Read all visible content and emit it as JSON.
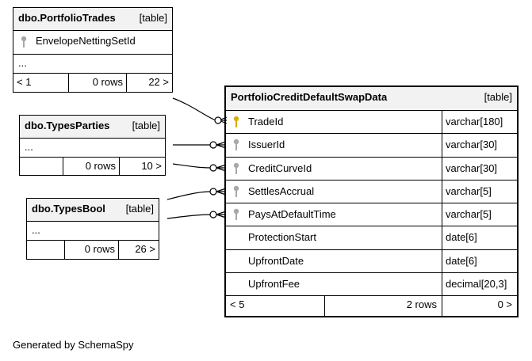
{
  "tables": {
    "trades": {
      "name": "dbo.PortfolioTrades",
      "kind": "[table]",
      "column": "EnvelopeNettingSetId",
      "more": "...",
      "parents": "< 1",
      "rows": "0 rows",
      "children": "22 >"
    },
    "parties": {
      "name": "dbo.TypesParties",
      "kind": "[table]",
      "more": "...",
      "rows": "0 rows",
      "children": "10 >"
    },
    "bool": {
      "name": "dbo.TypesBool",
      "kind": "[table]",
      "more": "...",
      "rows": "0 rows",
      "children": "26 >"
    },
    "main": {
      "name": "PortfolioCreditDefaultSwapData",
      "kind": "[table]",
      "columns": [
        {
          "name": "TradeId",
          "type": "varchar[180]",
          "key": "primary"
        },
        {
          "name": "IssuerId",
          "type": "varchar[30]",
          "key": "foreign"
        },
        {
          "name": "CreditCurveId",
          "type": "varchar[30]",
          "key": "foreign"
        },
        {
          "name": "SettlesAccrual",
          "type": "varchar[5]",
          "key": "foreign"
        },
        {
          "name": "PaysAtDefaultTime",
          "type": "varchar[5]",
          "key": "foreign"
        },
        {
          "name": "ProtectionStart",
          "type": "date[6]",
          "key": "none"
        },
        {
          "name": "UpfrontDate",
          "type": "date[6]",
          "key": "none"
        },
        {
          "name": "UpfrontFee",
          "type": "decimal[20,3]",
          "key": "none"
        }
      ],
      "parents": "< 5",
      "rows": "2 rows",
      "children": "0 >"
    }
  },
  "footer": "Generated by SchemaSpy",
  "colors": {
    "primary_key": "#d4b000",
    "foreign_key": "#a8a8a8",
    "header_bg": "#f2f2f2"
  }
}
